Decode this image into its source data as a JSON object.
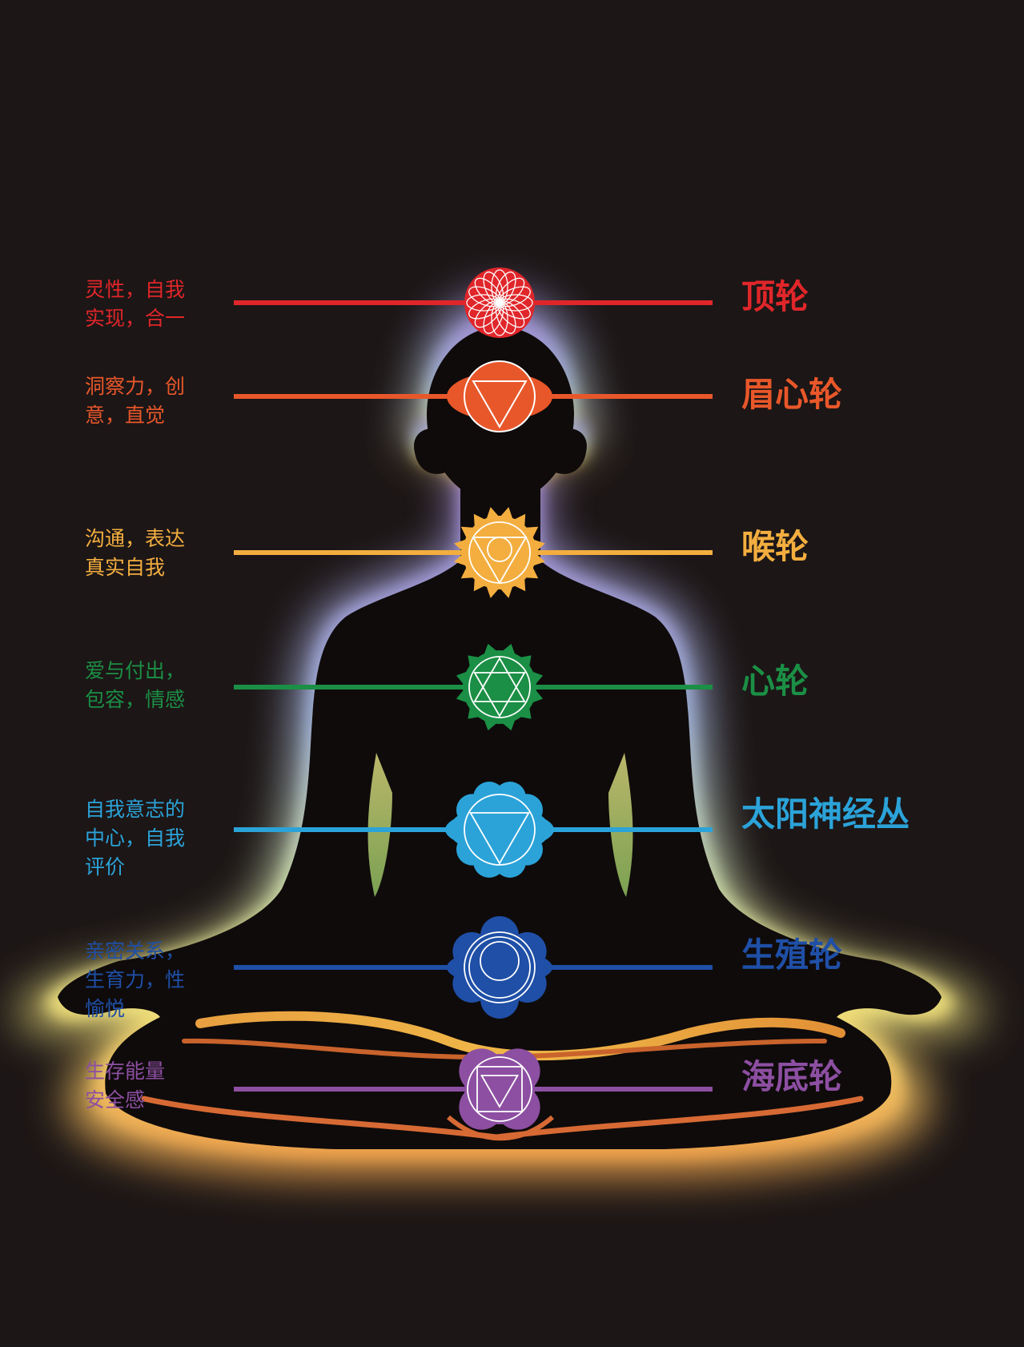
{
  "chakras": [
    {
      "name": "顶轮",
      "desc": [
        "灵性，自我",
        "实现，合一"
      ],
      "color": "#e0262a",
      "symbol": "lotus-icon"
    },
    {
      "name": "眉心轮",
      "desc": [
        "洞察力，创",
        "意，直觉"
      ],
      "color": "#e8572a",
      "symbol": "down-triangle-icon"
    },
    {
      "name": "喉轮",
      "desc": [
        "沟通，表达",
        "真实自我"
      ],
      "color": "#f3ae3f",
      "symbol": "triangle-circle-lotus-icon"
    },
    {
      "name": "心轮",
      "desc": [
        "爱与付出，",
        "包容，情感"
      ],
      "color": "#1b8f45",
      "symbol": "hexagram-lotus-icon"
    },
    {
      "name": "太阳神经丛",
      "desc": [
        "自我意志的",
        "中心，自我",
        "评价"
      ],
      "color": "#2ba3d9",
      "symbol": "triangle-petal-icon"
    },
    {
      "name": "生殖轮",
      "desc": [
        "亲密关系，",
        "生育力，性",
        "愉悦"
      ],
      "color": "#1f4fa6",
      "symbol": "crescent-petal-icon"
    },
    {
      "name": "海底轮",
      "desc": [
        "生存能量",
        "安全感"
      ],
      "color": "#8d4fa2",
      "symbol": "square-triangle-icon"
    }
  ]
}
